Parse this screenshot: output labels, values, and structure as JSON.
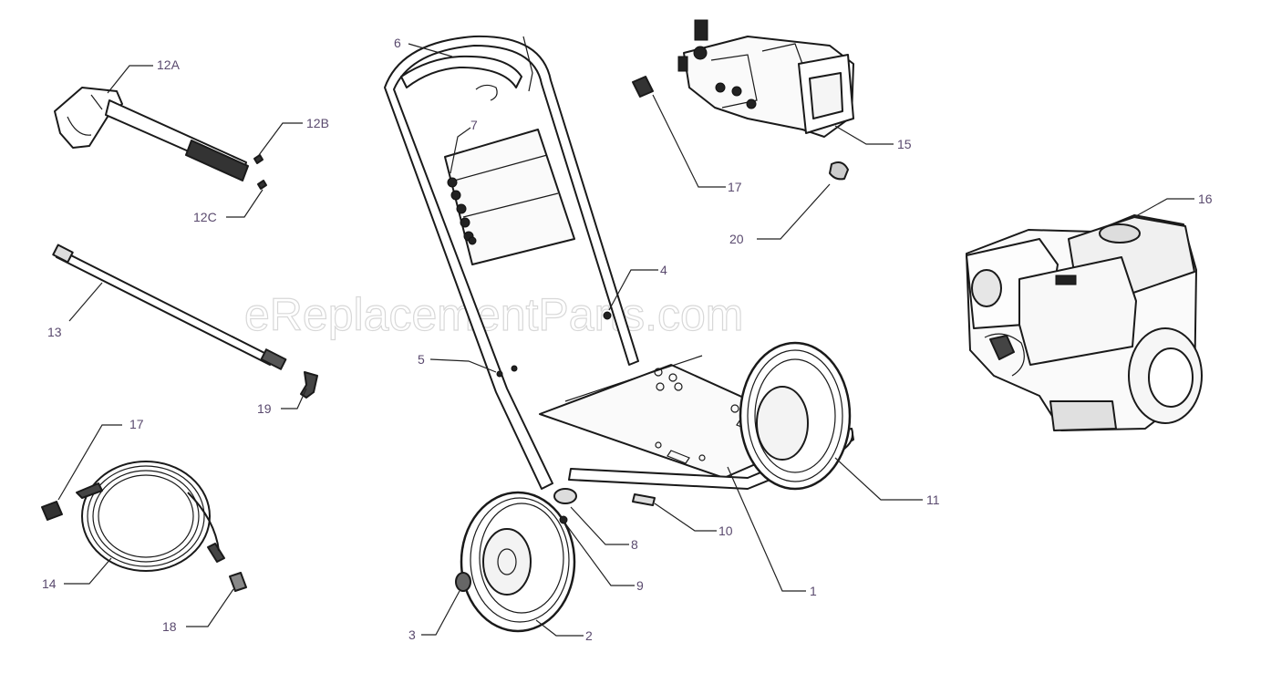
{
  "watermark": "eReplacementParts.com",
  "parts": {
    "p1": "1",
    "p2": "2",
    "p3": "3",
    "p4": "4",
    "p5": "5",
    "p6": "6",
    "p7": "7",
    "p8": "8",
    "p9": "9",
    "p10": "10",
    "p11": "11",
    "p12a": "12A",
    "p12b": "12B",
    "p12c": "12C",
    "p13": "13",
    "p14": "14",
    "p15": "15",
    "p16": "16",
    "p17a": "17",
    "p17b": "17",
    "p18": "18",
    "p19": "19",
    "p20": "20"
  }
}
